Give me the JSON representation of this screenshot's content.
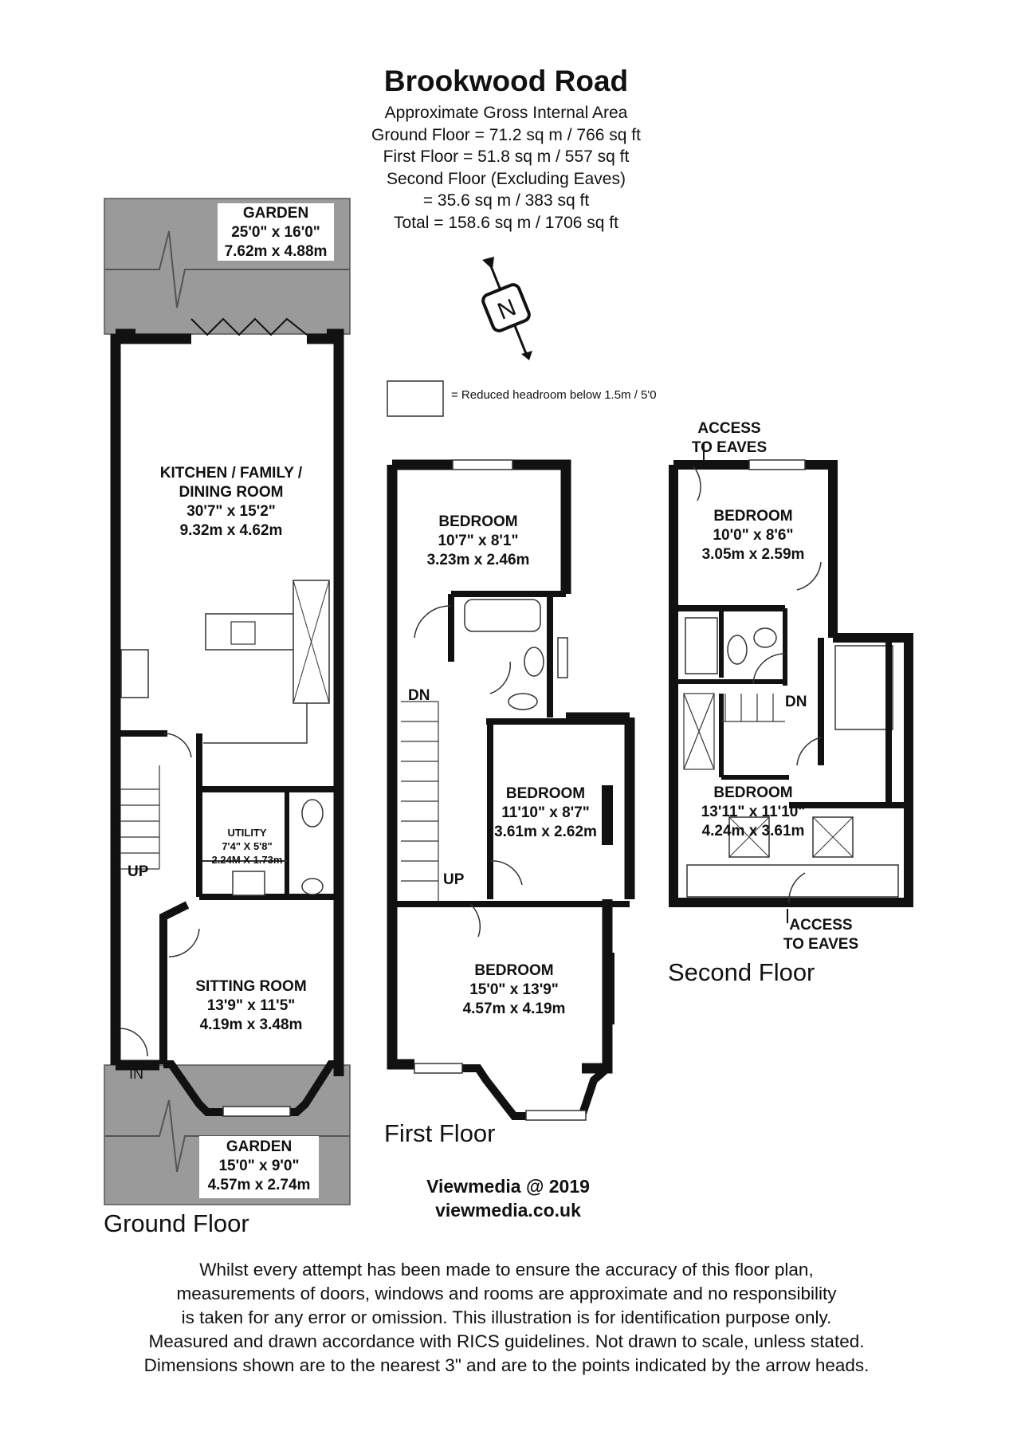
{
  "header": {
    "title": "Brookwood Road",
    "area_lines": [
      "Approximate Gross Internal Area",
      "Ground Floor = 71.2 sq m / 766 sq ft",
      "First Floor = 51.8 sq m / 557 sq ft",
      "Second Floor  (Excluding Eaves)",
      "= 35.6 sq m / 383 sq ft",
      "Total = 158.6 sq m / 1706 sq ft"
    ]
  },
  "compass": {
    "letter": "N"
  },
  "legend": {
    "text": "= Reduced headroom below 1.5m / 5'0"
  },
  "ground_floor": {
    "label": "Ground Floor",
    "garden_rear": {
      "name": "GARDEN",
      "imperial": "25'0\" x 16'0\"",
      "metric": "7.62m x 4.88m"
    },
    "kitchen": {
      "name_1": "KITCHEN / FAMILY /",
      "name_2": "DINING ROOM",
      "imperial": "30'7\" x 15'2\"",
      "metric": "9.32m x 4.62m"
    },
    "utility": {
      "name": "UTILITY",
      "imperial": "7'4\" X 5'8\"",
      "metric": "2.24M X 1.73m"
    },
    "sitting_room": {
      "name": "SITTING ROOM",
      "imperial": "13'9\" x 11'5\"",
      "metric": "4.19m x 3.48m"
    },
    "garden_front": {
      "name": "GARDEN",
      "imperial": "15'0\" x 9'0\"",
      "metric": "4.57m x 2.74m"
    },
    "stair_label": "UP",
    "entrance_label": "IN"
  },
  "first_floor": {
    "label": "First Floor",
    "bedroom_rear": {
      "name": "BEDROOM",
      "imperial": "10'7\" x 8'1\"",
      "metric": "3.23m x 2.46m"
    },
    "bedroom_mid": {
      "name": "BEDROOM",
      "imperial": "11'10\" x 8'7\"",
      "metric": "3.61m x 2.62m"
    },
    "bedroom_front": {
      "name": "BEDROOM",
      "imperial": "15'0\" x 13'9\"",
      "metric": "4.57m x 4.19m"
    },
    "stair_down": "DN",
    "stair_up": "UP"
  },
  "second_floor": {
    "label": "Second Floor",
    "access_top_1": "ACCESS",
    "access_top_2": "TO EAVES",
    "bedroom_rear": {
      "name": "BEDROOM",
      "imperial": "10'0\" x 8'6\"",
      "metric": "3.05m x 2.59m"
    },
    "bedroom_front": {
      "name": "BEDROOM",
      "imperial": "13'11\" x 11'10\"",
      "metric": "4.24m x 3.61m"
    },
    "stair_down": "DN",
    "access_bottom_1": "ACCESS",
    "access_bottom_2": "TO EAVES"
  },
  "credits": {
    "line_1": "Viewmedia @ 2019",
    "line_2": "viewmedia.co.uk"
  },
  "disclaimer": [
    "Whilst every attempt has been made to ensure the accuracy of this floor plan,",
    "measurements of doors, windows and rooms are approximate and no responsibility",
    "is taken for any error or omission. This illustration is for identification purpose only.",
    "Measured and drawn accordance with RICS guidelines. Not drawn to scale, unless stated.",
    "Dimensions shown are to the nearest 3\" and are to the points indicated by the arrow heads."
  ],
  "colors": {
    "wall": "#111111",
    "garden": "#9a9a9a",
    "headroom": "#ffffff",
    "line": "#222222"
  }
}
